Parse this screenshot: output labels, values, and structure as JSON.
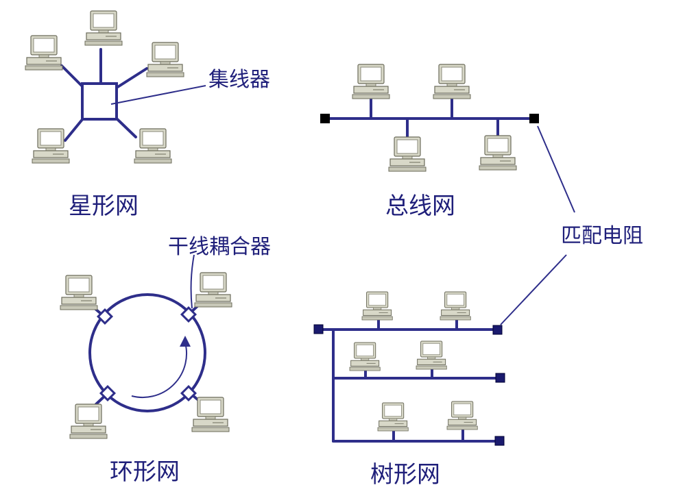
{
  "labels": {
    "star": "星形网",
    "hub": "集线器",
    "bus": "总线网",
    "terminator": "匹配电阻",
    "ring": "环形网",
    "coupler": "干线耦合器",
    "tree": "树形网"
  },
  "colors": {
    "line": "#2e2e8a",
    "text": "#1f1f7a",
    "computer_body": "#d8d8c8",
    "screen": "#ffffff",
    "terminator": "#1a1a6e"
  },
  "icons": {
    "computer": "computer-icon",
    "terminator": "terminator-icon",
    "coupler": "coupler-icon"
  }
}
